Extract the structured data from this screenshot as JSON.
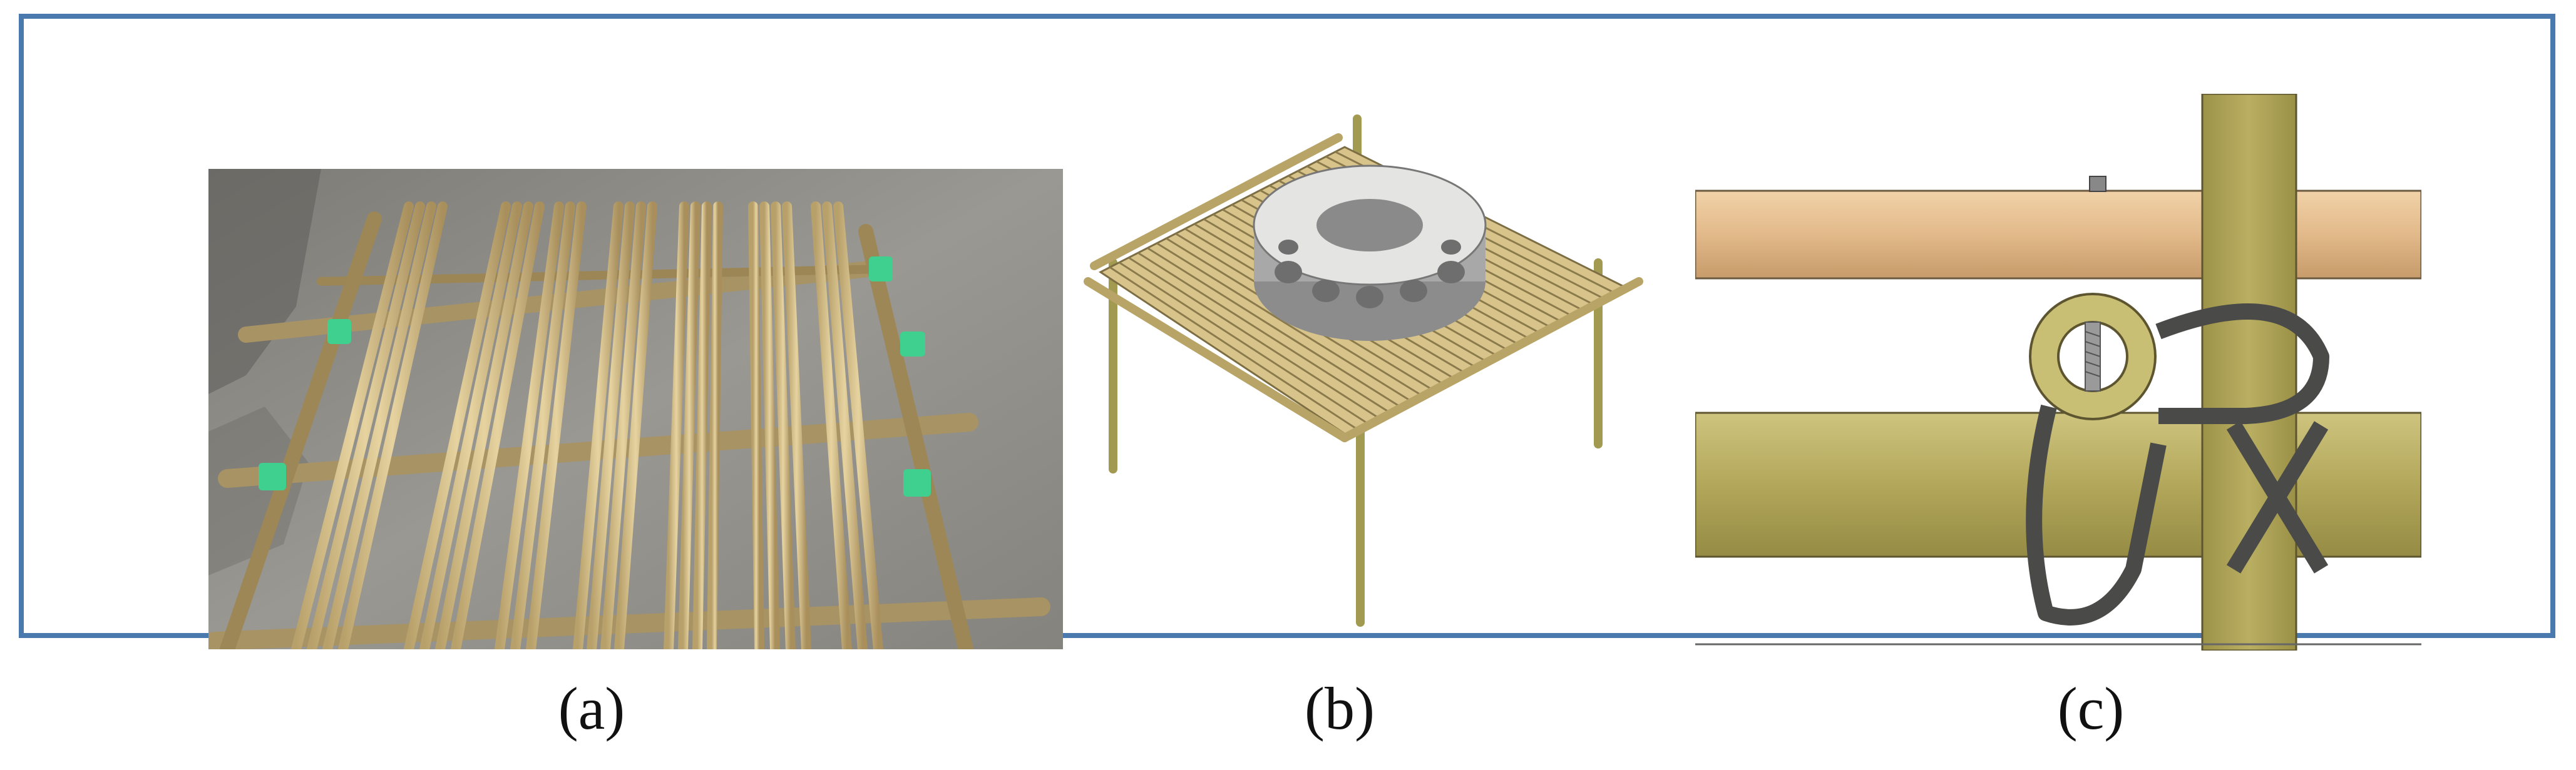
{
  "figure": {
    "panels": [
      {
        "label": "(a)",
        "icon": "bamboo-mat-photo"
      },
      {
        "label": "(b)",
        "icon": "bamboo-platform-3d-model"
      },
      {
        "label": "(c)",
        "icon": "bamboo-joint-strap-detail"
      }
    ]
  },
  "colors": {
    "frame": "#4a79ad",
    "bamboo_light": "#d9c38c",
    "bamboo_olive": "#b2a75a",
    "pipe_tan": "#e2b98a",
    "strap": "#4a4a48",
    "ground": "#8e8c86",
    "tie_green": "#3fcf8e"
  }
}
